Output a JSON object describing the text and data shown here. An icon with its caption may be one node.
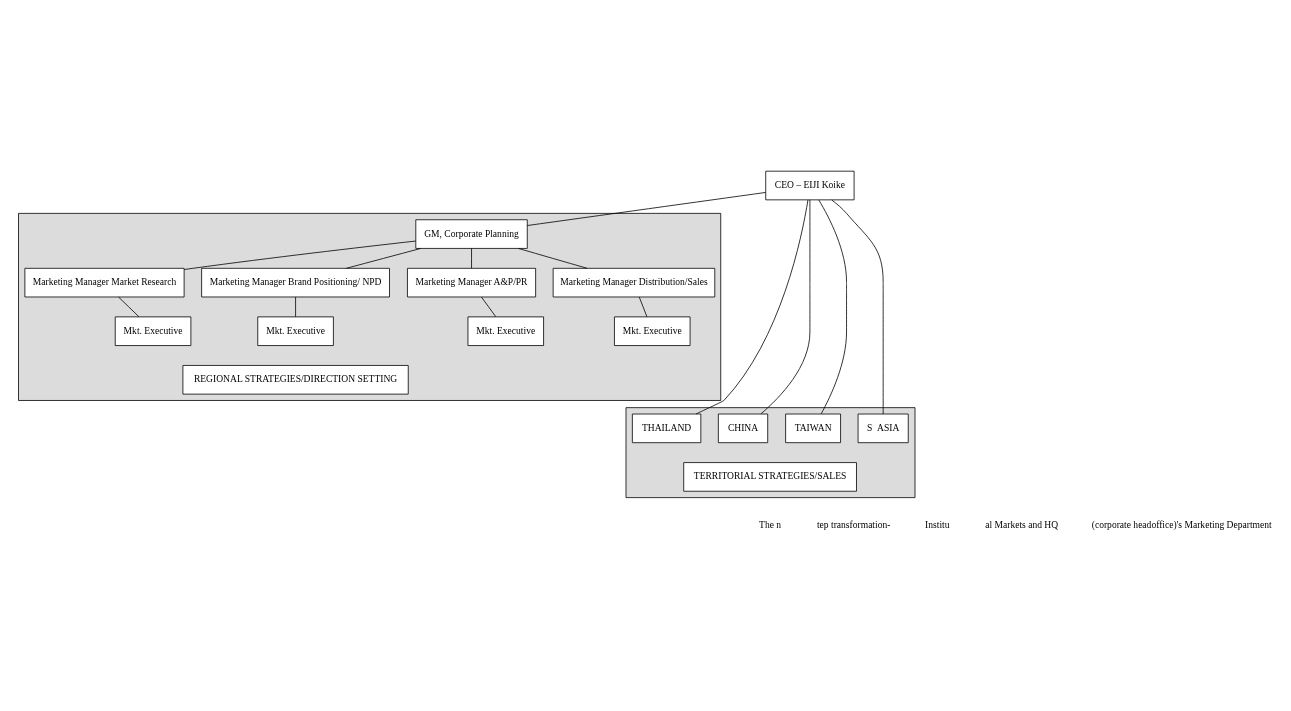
{
  "diagram": {
    "nodes": [
      {
        "text": [
          "CEO – EIJI Koike"
        ]
      },
      {
        "text": [],
        "shape": "box"
      },
      {
        "text": [
          "GM, Corporate Planning"
        ],
        "in": 1
      },
      {
        "text": [
          "Marketing Manager Distribution/Sales"
        ],
        "in": 1
      },
      {
        "text": [
          "Marketing Manager Brand Positioning/ NPD"
        ],
        "in": 1
      },
      {
        "text": [
          "Marketing Manager Market Research"
        ],
        "in": 1
      },
      {
        "text": [
          "Marketing Manager A&P/PR"
        ],
        "in": 1
      },
      {
        "text": [
          "Mkt. Executive"
        ],
        "in": 1
      },
      {
        "text": [
          "Mkt. Executive"
        ],
        "in": 1
      },
      {
        "text": [
          "Mkt. Executive"
        ],
        "in": 1
      },
      {
        "text": [
          "Mkt. Executive"
        ],
        "in": 1
      },
      {
        "text": [
          "REGIONAL STRATEGIES/DIRECTION SETTING"
        ],
        "in": 1
      },
      {
        "text": [],
        "shape": "box"
      },
      {
        "text": [
          "TAIWAN"
        ],
        "in": 12
      },
      {
        "text": [
          "THAILAND"
        ],
        "in": 12
      },
      {
        "text": [
          "S  ASIA"
        ],
        "in": 12
      },
      {
        "text": [
          "CHINA"
        ],
        "in": 12
      },
      {
        "text": [
          "TERRITORIAL STRATEGIES/SALES"
        ],
        "in": 12
      }
    ],
    "edges": [
      {
        "from": 0,
        "to": 2,
        "arrow": "none"
      },
      {
        "from": 2,
        "to": 3,
        "arrow": "none"
      },
      {
        "from": 2,
        "to": 4,
        "arrow": "none"
      },
      {
        "from": 2,
        "to": 5,
        "arrow": "none"
      },
      {
        "from": 2,
        "to": 6,
        "arrow": "none"
      },
      {
        "from": 3,
        "to": 7,
        "arrow": "none"
      },
      {
        "from": 4,
        "to": 8,
        "arrow": "none"
      },
      {
        "from": 5,
        "to": 9,
        "arrow": "none"
      },
      {
        "from": 6,
        "to": 10,
        "arrow": "none"
      },
      {
        "from": 0,
        "to": 13,
        "arrow": "none"
      },
      {
        "from": 0,
        "to": 14,
        "arrow": "none"
      },
      {
        "from": 0,
        "to": 15,
        "arrow": "none"
      },
      {
        "from": 0,
        "to": 16,
        "arrow": "none"
      }
    ],
    "labels": [
      "The n",
      "tep transformation-",
      "Institu",
      "al Markets and HQ",
      "(corporate headoffice)'s Marketing Department"
    ]
  }
}
